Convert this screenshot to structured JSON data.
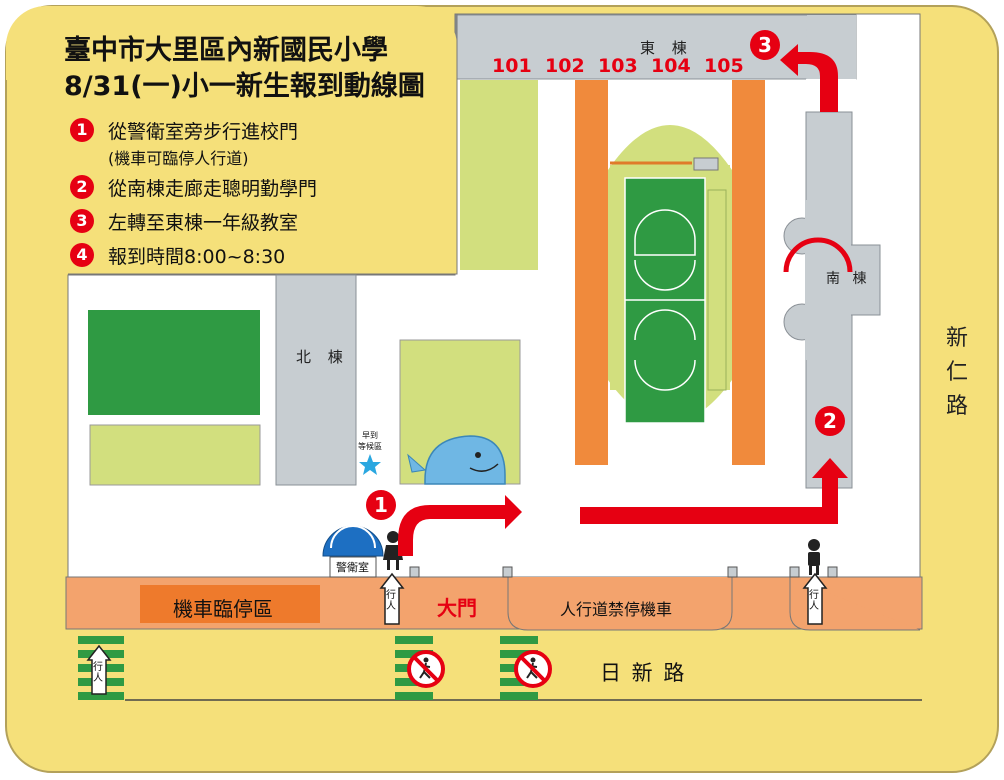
{
  "title": {
    "line1": "臺中市大里區內新國民小學",
    "line2": "8/31(一)小一新生報到動線圖"
  },
  "steps": [
    {
      "num": "1",
      "text": "從警衛室旁步行進校門",
      "note": "(機車可臨停人行道)"
    },
    {
      "num": "2",
      "text": "從南棟走廊走聰明勤學門"
    },
    {
      "num": "3",
      "text": "左轉至東棟一年級教室"
    },
    {
      "num": "4",
      "text": "報到時間8:00~8:30"
    }
  ],
  "buildings": {
    "east": "東 棟",
    "north": "北 棟",
    "south": "南 棟",
    "guard": "警衛室"
  },
  "rooms": [
    "101",
    "102",
    "103",
    "104",
    "105"
  ],
  "labels": {
    "early_wait_line1": "早到",
    "early_wait_line2": "等候區",
    "scooter_zone": "機車臨停區",
    "main_gate": "大門",
    "no_scooter_sidewalk": "人行道禁停機車",
    "pedestrian": "行人",
    "road_bottom": "日 新 路",
    "road_right": [
      "新",
      "仁",
      "路"
    ]
  },
  "route_markers": [
    "1",
    "2",
    "3"
  ],
  "colors": {
    "background": "#f5e07a",
    "red": "#e60012",
    "building": "#c7cdd1",
    "field": "#2f9a43",
    "track": "#f08a3c",
    "sidewalk": "#f3a36d",
    "lawn": "#d2df7e",
    "star": "#2aa7e0",
    "whale": "#6fb7e4"
  },
  "icons": [
    "star-icon",
    "whale-icon",
    "guard-dome-icon",
    "child-icon",
    "person-icon",
    "no-pedestrian-icon",
    "crosswalk-icon"
  ]
}
